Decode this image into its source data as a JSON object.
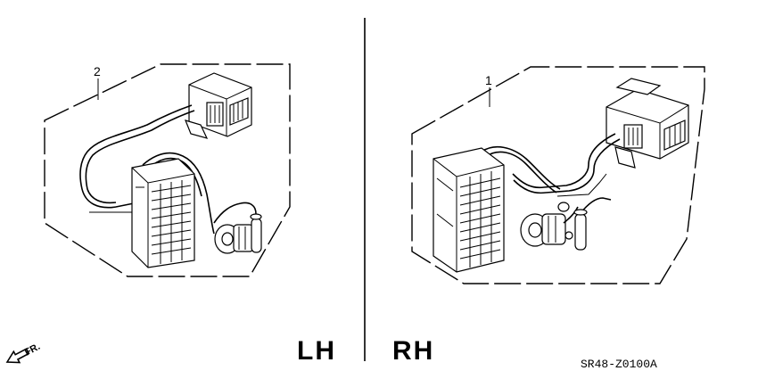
{
  "callouts": {
    "left": "2",
    "right": "1"
  },
  "sides": {
    "left": "LH",
    "right": "RH"
  },
  "direction_label": "FR.",
  "diagram_code": "SR48-Z0100A",
  "icons": {
    "direction": "front-direction-arrow-icon"
  }
}
